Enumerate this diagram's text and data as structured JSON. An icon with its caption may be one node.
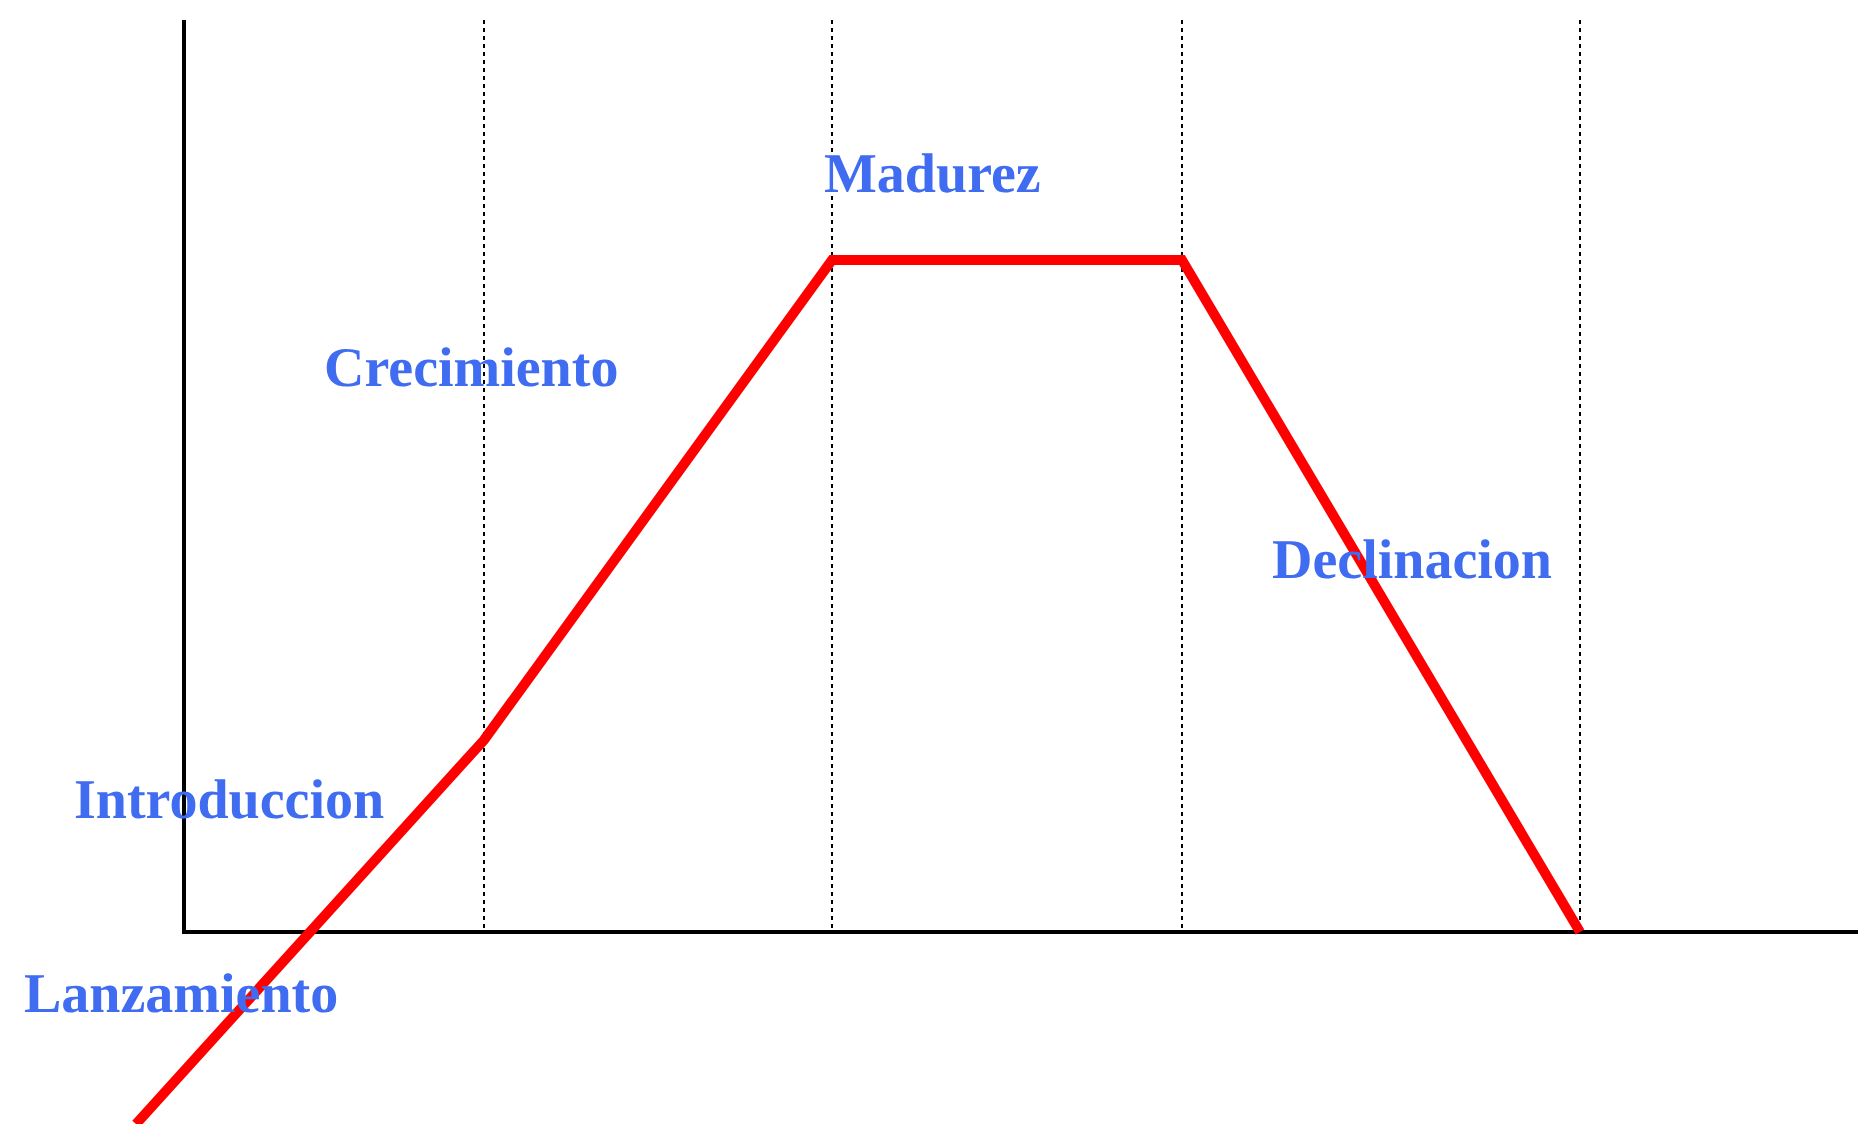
{
  "diagram": {
    "labels": [
      "Madurez",
      "Crecimiento",
      "Declinacion",
      "Introduccion",
      "Lanzamiento"
    ]
  }
}
